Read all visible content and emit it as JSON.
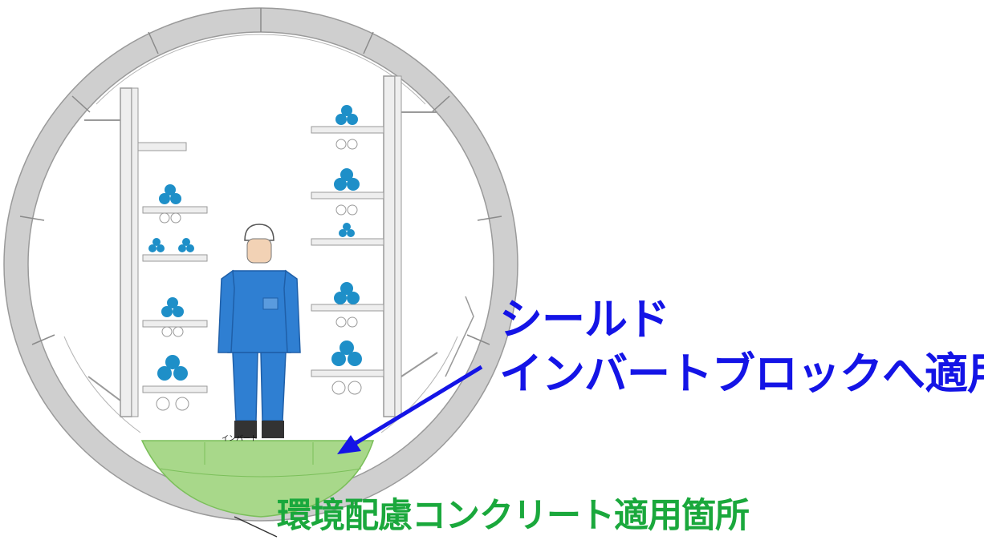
{
  "labels": {
    "shield_line1": "シールド",
    "shield_line2": "インバートブロックへ適用",
    "eco_concrete": "環境配慮コンクリート適用箇所",
    "invert_small": "インバート"
  },
  "colors": {
    "shield_text": "#1414e6",
    "eco_text": "#1aa83c",
    "arrow": "#1414e6",
    "segment_ring": "#cfcfcf",
    "ring_outline": "#9a9a9a",
    "invert_fill": "#a8d88a",
    "cable_blue": "#1e8fc8",
    "worker_suit": "#2f7fd2",
    "helmet": "#ffffff"
  },
  "icons": {
    "worker": "worker-figure",
    "cable": "cable-bundle-icon",
    "arrow": "arrow-icon"
  }
}
